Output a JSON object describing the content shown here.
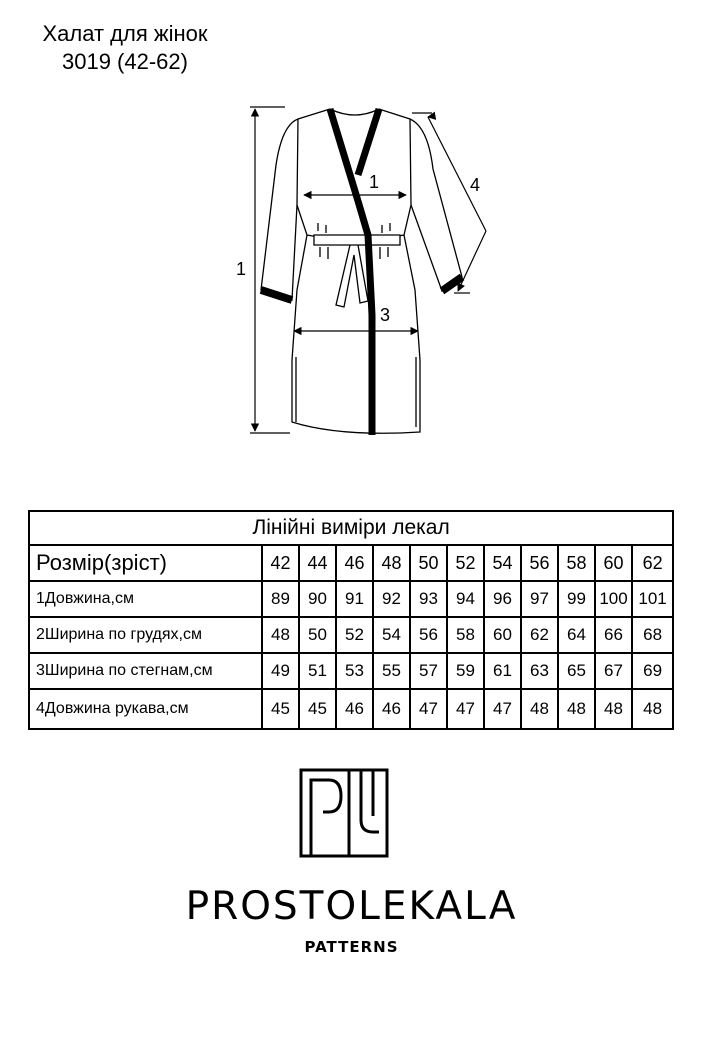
{
  "header": {
    "title": "Халат для жінок",
    "subtitle": "3019 (42-62)"
  },
  "drawing": {
    "labels": [
      "1",
      "1",
      "3",
      "4"
    ]
  },
  "table": {
    "caption": "Лінійні виміри лекал",
    "size_label": "Розмір(зріст)",
    "sizes": [
      "42",
      "44",
      "46",
      "48",
      "50",
      "52",
      "54",
      "56",
      "58",
      "60",
      "62"
    ],
    "rows": [
      {
        "label": "1Довжина,см",
        "values": [
          "89",
          "90",
          "91",
          "92",
          "93",
          "94",
          "96",
          "97",
          "99",
          "100",
          "101"
        ]
      },
      {
        "label": "2Ширина по грудях,см",
        "values": [
          "48",
          "50",
          "52",
          "54",
          "56",
          "58",
          "60",
          "62",
          "64",
          "66",
          "68"
        ]
      },
      {
        "label": "3Ширина по стегнам,см",
        "values": [
          "49",
          "51",
          "53",
          "55",
          "57",
          "59",
          "61",
          "63",
          "65",
          "67",
          "69"
        ]
      },
      {
        "label": "4Довжина рукава,см",
        "values": [
          "45",
          "45",
          "46",
          "46",
          "47",
          "47",
          "47",
          "48",
          "48",
          "48",
          "48"
        ]
      }
    ]
  },
  "brand": {
    "name": "PROSTOLEKALA",
    "tagline": "PATTERNS"
  }
}
